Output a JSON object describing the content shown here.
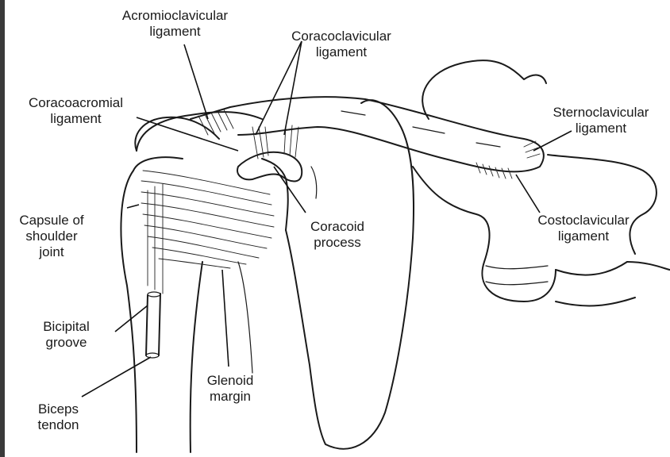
{
  "diagram": {
    "labels": {
      "acromioclavicular": "Acromioclavicular\nligament",
      "coracoclavicular": "Coracoclavicular\nligament",
      "coracoacromial": "Coracoacromial\nligament",
      "sternoclavicular": "Sternoclavicular\nligament",
      "capsule": "Capsule of\nshoulder\njoint",
      "coracoid": "Coracoid\nprocess",
      "costoclavicular": "Costoclavicular\nligament",
      "bicipital_groove": "Bicipital\ngroove",
      "glenoid_margin": "Glenoid\nmargin",
      "biceps_tendon": "Biceps\ntendon"
    }
  }
}
